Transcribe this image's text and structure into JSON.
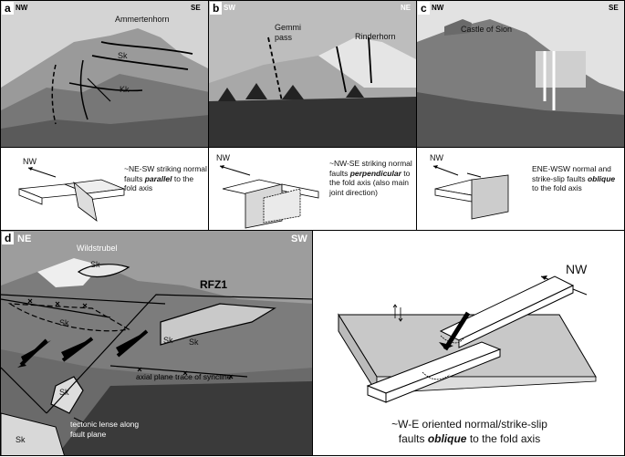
{
  "panels": {
    "a": {
      "letter": "a",
      "dir_left": "NW",
      "dir_right": "SE",
      "peak": "Ammertenhorn",
      "sk": "Sk",
      "kk": "Kk",
      "diag_dir": "NW",
      "caption_pre": "~NE-SW striking normal faults ",
      "caption_em": "parallel",
      "caption_post": " to the fold axis"
    },
    "b": {
      "letter": "b",
      "dir_left": "SW",
      "dir_right": "NE",
      "pass": "Gemmi pass",
      "peak": "Rinderhorn",
      "diag_dir": "NW",
      "caption_pre": "~NW-SE striking normal faults ",
      "caption_em": "perpendicular",
      "caption_post": " to the fold axis (also main joint direction)"
    },
    "c": {
      "letter": "c",
      "dir_left": "NW",
      "dir_right": "SE",
      "landmark": "Castle of Sion",
      "diag_dir": "NW",
      "caption_pre": "ENE-WSW normal and strike-slip faults ",
      "caption_em": "oblique",
      "caption_post": " to the fold axis"
    },
    "d": {
      "letter": "d",
      "dir_left": "NE",
      "dir_right": "SW",
      "peak": "Wildstrubel",
      "zone": "RFZ1",
      "sk1": "Sk",
      "sk2": "Sk",
      "sk3": "Sk",
      "sk4": "Sk",
      "sk5": "Sk",
      "sk6": "Sk",
      "trace": "axial plane trace of syncline",
      "lense": "tectonic lense along fault plane",
      "diag_dir": "NW",
      "caption_line1": "~W-E oriented normal/strike-slip",
      "caption_pre": "faults ",
      "caption_em": "oblique",
      "caption_post": " to the fold axis"
    }
  },
  "colors": {
    "sky": "#d9d9d9",
    "rock": "#8f8f8f",
    "dark": "#4a4a4a",
    "shade": "#c8c8c8"
  }
}
